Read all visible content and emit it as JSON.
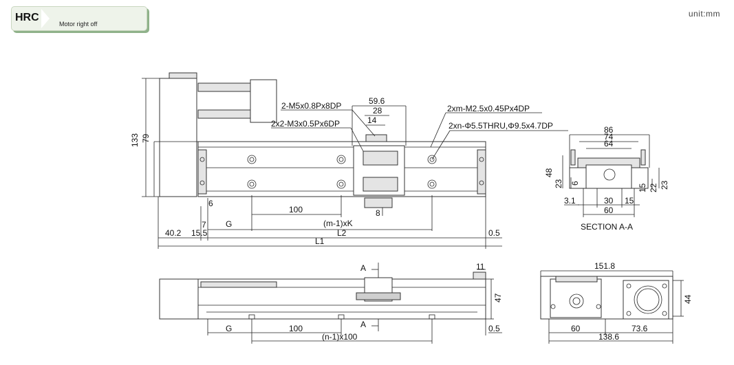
{
  "header": {
    "model_code": "HRC",
    "variant_label": "Motor right off"
  },
  "unit_label": "unit:mm",
  "callouts": {
    "m5_tap": "2-M5x0.8Px8DP",
    "m3_tap": "2x2-M3x0.5Px6DP",
    "m25_tap": "2xm-M2.5x0.45Px4DP",
    "thru_hole": "2xn-Φ5.5THRU,Φ9.5x4.7DP"
  },
  "top_view": {
    "dim_59_6": "59.6",
    "dim_28": "28",
    "dim_14": "14",
    "dim_133": "133",
    "dim_79": "79",
    "dim_6": "6",
    "dim_100": "100",
    "dim_8": "8",
    "dim_7": "7",
    "label_g": "G",
    "label_mk": "(m-1)xK",
    "dim_40_2": "40.2",
    "dim_15_5": "15.5",
    "label_l2": "L2",
    "dim_0_5": "0.5",
    "label_l1": "L1"
  },
  "section_view": {
    "dim_86": "86",
    "dim_74": "74",
    "dim_64": "64",
    "dim_48": "48",
    "dim_23_left": "23",
    "dim_6": "6",
    "dim_15": "15",
    "dim_22": "22",
    "dim_23_right": "23",
    "dim_3_1": "3.1",
    "dim_30": "30",
    "dim_15_bottom": "15",
    "dim_60": "60",
    "title": "SECTION A-A"
  },
  "side_view": {
    "label_a_top": "A",
    "label_a_bottom": "A",
    "dim_11": "11",
    "dim_47": "47",
    "label_g": "G",
    "dim_100": "100",
    "label_n100": "(n-1)x100",
    "dim_0_5": "0.5"
  },
  "end_view": {
    "dim_151_8": "151.8",
    "dim_44": "44",
    "dim_60": "60",
    "dim_73_6": "73.6",
    "dim_138_6": "138.6"
  }
}
